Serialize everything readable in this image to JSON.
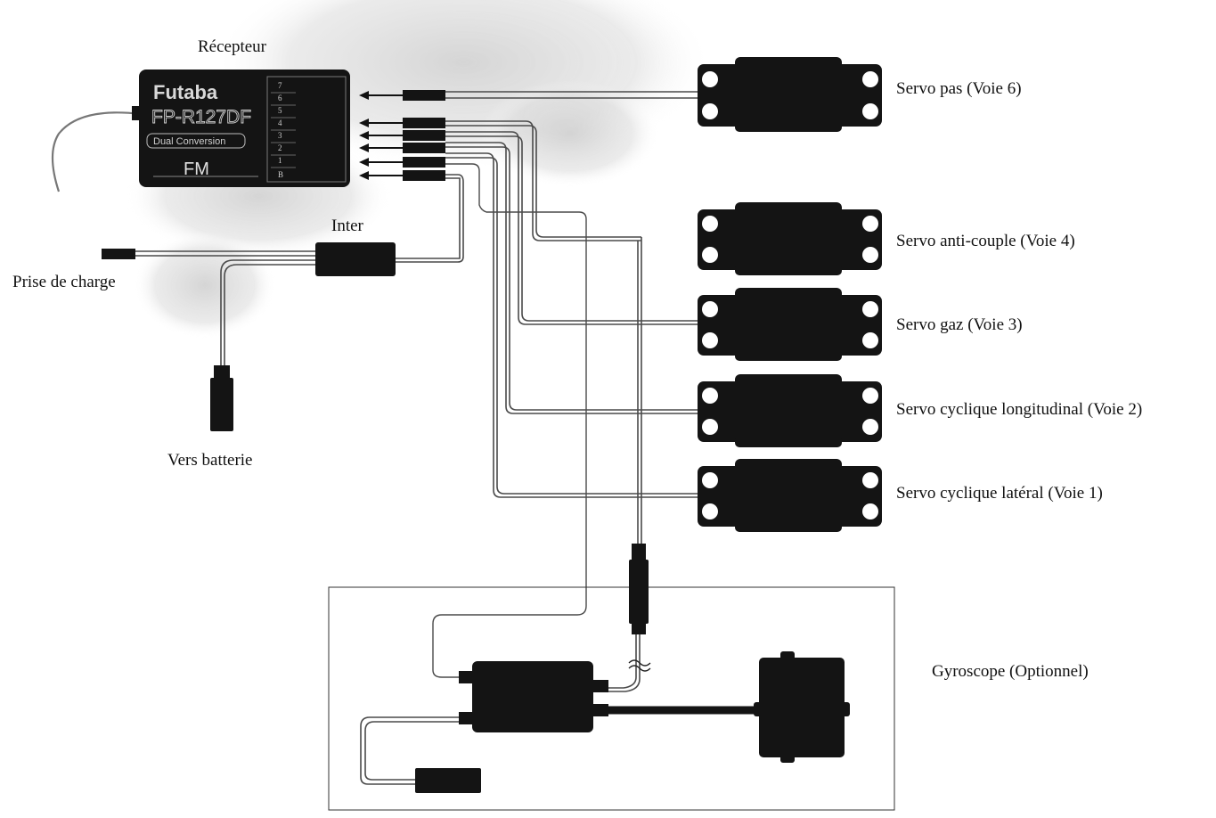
{
  "receiver": {
    "label": "Récepteur",
    "brand": "Futaba",
    "model": "FP-R127DF",
    "conversion": "Dual Conversion",
    "modulation": "FM",
    "channel_marks": [
      "7",
      "6",
      "5",
      "4",
      "3",
      "2",
      "1",
      "B"
    ]
  },
  "switch_label": "Inter",
  "charge_label": "Prise de charge",
  "battery_label": "Vers batterie",
  "servos": [
    {
      "label": "Servo pas (Voie 6)"
    },
    {
      "label": "Servo anti-couple (Voie 4)"
    },
    {
      "label": "Servo gaz (Voie 3)"
    },
    {
      "label": "Servo cyclique longitudinal (Voie 2)"
    },
    {
      "label": "Servo cyclique latéral (Voie 1)"
    }
  ],
  "gyro_label": "Gyroscope (Optionnel)",
  "colors": {
    "body": "#141414",
    "wire": "#555555",
    "background": "#ffffff",
    "shade": "#c4c4c4"
  }
}
